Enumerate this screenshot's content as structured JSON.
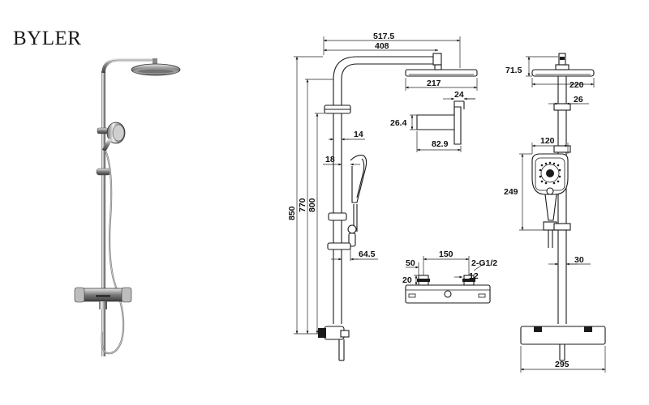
{
  "brand": "BYLER",
  "dimensions": {
    "total_reach": "517.5",
    "arm_reach": "408",
    "head_diameter_side": "217",
    "arm_width": "24",
    "holder_height": "26.4",
    "holder_depth": "82.9",
    "rail_offset": "14",
    "handshower_offset": "18",
    "total_height": "850",
    "height_770": "770",
    "height_800": "800",
    "bottom_offset": "64.5",
    "inlet_50": "50",
    "center_distance": "150",
    "inlet_thread": "2-G1/2",
    "inlet_20": "20",
    "inlet_12": "12",
    "head_thickness": "71.5",
    "head_diameter_front": "220",
    "pipe_diameter": "26",
    "handshower_width": "120",
    "handshower_height": "249",
    "rail_diameter": "30",
    "mixer_width": "295"
  }
}
